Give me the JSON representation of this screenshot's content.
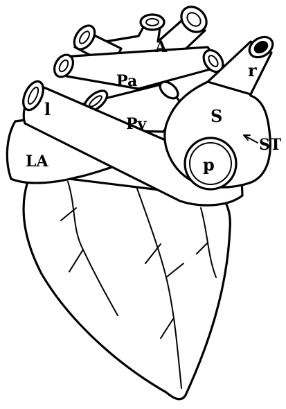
{
  "labels": {
    "aorta": "A",
    "pulmonary_artery": "Pa",
    "pulmonary_vein": "Pv",
    "left_atrium": "LA",
    "left_vessel": "l",
    "sinus": "S",
    "right_vessel": "r",
    "sulcus_terminalis": "ST",
    "posterior_opening": "p"
  },
  "colors": {
    "stroke": "#000000",
    "background": "#ffffff"
  }
}
